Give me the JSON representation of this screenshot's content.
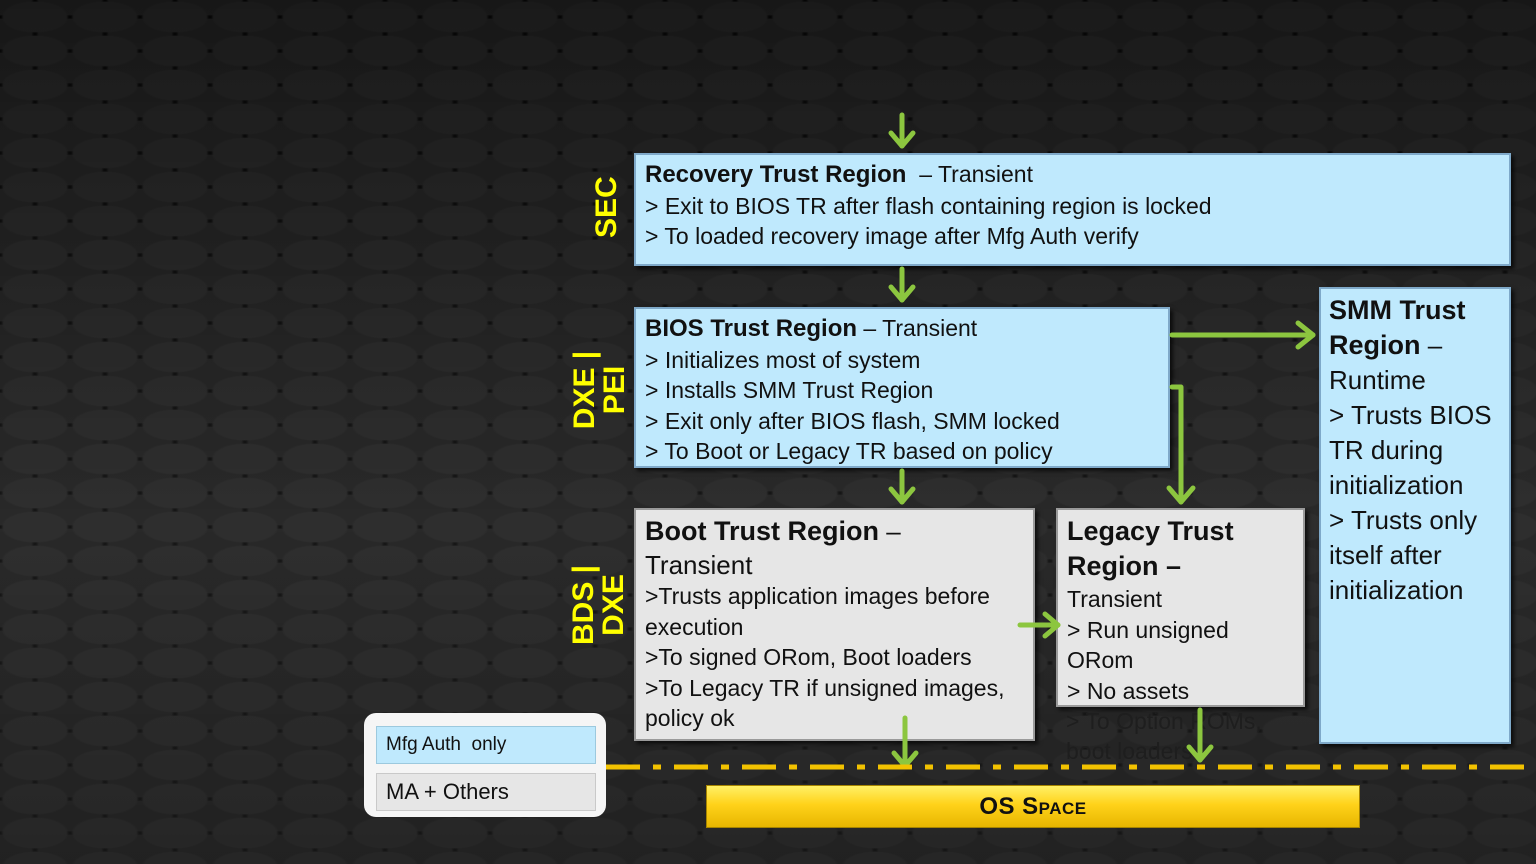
{
  "stages": {
    "sec": "SEC",
    "dxe_pei": "DXE |\nPEI",
    "bds_dxe": "BDS |\nDXE"
  },
  "recovery": {
    "title": "Recovery Trust Region",
    "suffix": "  – Transient",
    "lines": [
      "> Exit to BIOS TR after flash containing region is locked",
      "> To loaded recovery image after Mfg Auth verify"
    ]
  },
  "bios": {
    "title": "BIOS Trust Region",
    "suffix": " – Transient",
    "lines": [
      "> Initializes most of system",
      "> Installs SMM Trust Region",
      "> Exit only after BIOS flash, SMM locked",
      "> To Boot or Legacy TR based on policy"
    ]
  },
  "boot": {
    "title": "Boot Trust Region",
    "suffix": " –",
    "subtitle": "Transient",
    "lines": [
      ">Trusts application images before execution",
      ">To signed ORom, Boot loaders",
      ">To Legacy TR if unsigned images, policy ok"
    ]
  },
  "legacy": {
    "title": "Legacy Trust Region –",
    "lines": [
      "Transient",
      "> Run unsigned ORom",
      "> No assets"
    ],
    "overflow": "> To Option ROMs, boot loaders"
  },
  "smm": {
    "title": "SMM Trust Region",
    "suffix": " –",
    "lines": [
      "Runtime",
      "> Trusts BIOS TR during initialization",
      "> Trusts only itself after initialization"
    ]
  },
  "os_space": "OS Space",
  "legend": {
    "mfg_auth": "Mfg Auth  only",
    "ma_others": "MA + Others"
  },
  "colors": {
    "trust_blue": "#bfe9fd",
    "trust_gray": "#e6e6e6",
    "arrow_green": "#8cc63f",
    "stage_yellow": "#ffff00",
    "boundary_yellow": "#f2c200"
  }
}
